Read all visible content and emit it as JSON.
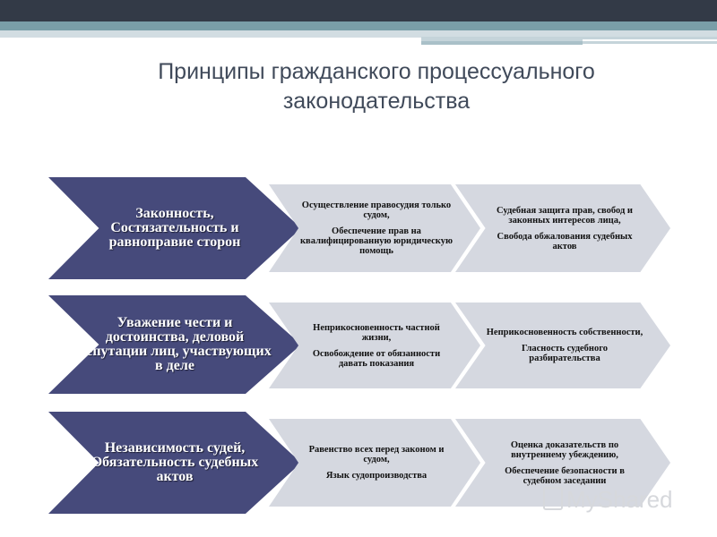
{
  "slide": {
    "title": "Принципы гражданского процессуального\nзаконодательства",
    "colors": {
      "dark_chevron": "#464a7b",
      "light_chevron": "#d5d8e0",
      "title_text": "#404a5a"
    }
  },
  "rows": [
    {
      "main": "Законность,\nСостязательность и равноправие сторон",
      "items": [
        {
          "lines": [
            "Осуществление правосудия только судом,",
            "Обеспечение прав на квалифицированную юридическую помощь"
          ]
        },
        {
          "lines": [
            "Судебная защита прав, свобод и законных интересов лица,",
            "Свобода обжалования судебных актов"
          ]
        }
      ]
    },
    {
      "main": "Уважение чести и достоинства, деловой репутации лиц, участвующих в деле",
      "items": [
        {
          "lines": [
            "Неприкосновенность частной жизни,",
            "Освобождение от обязанности давать показания"
          ]
        },
        {
          "lines": [
            "Неприкосновенность собственности,",
            "Гласность судебного разбирательства"
          ]
        }
      ]
    },
    {
      "main": "Независимость судей,\nОбязательность судебных актов",
      "items": [
        {
          "lines": [
            "Равенство всех перед законом и судом,",
            "Язык судопроизводства"
          ]
        },
        {
          "lines": [
            "Оценка доказательств по внутреннему убеждению,",
            "Обеспечение безопасности в судебном заседании"
          ]
        }
      ]
    }
  ],
  "watermark": {
    "text": "MyShared",
    "icon": "presentation-icon"
  }
}
